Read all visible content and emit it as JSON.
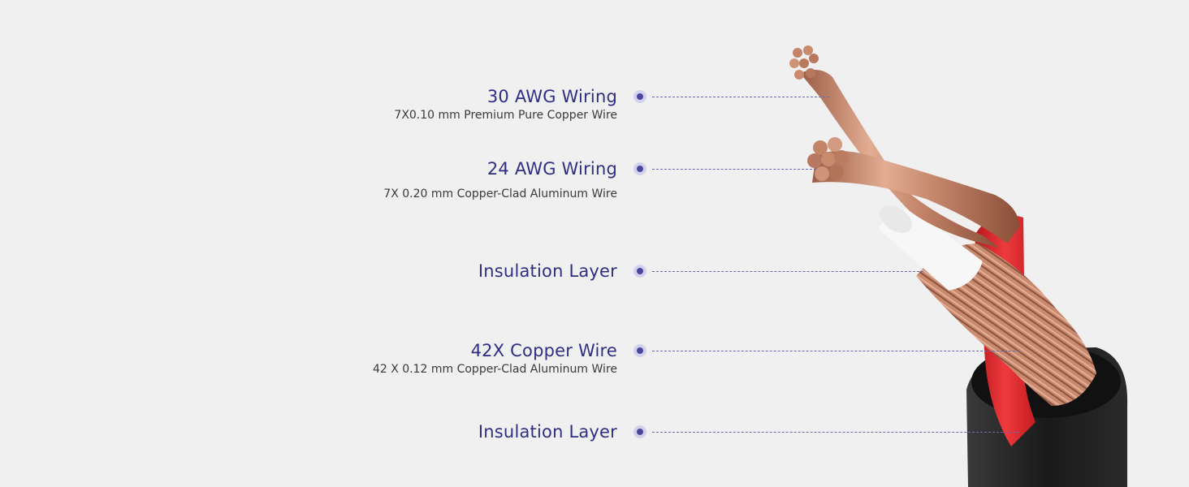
{
  "callouts": [
    {
      "title": "30 AWG Wiring",
      "subtitle": "7X0.10 mm Premium Pure Copper Wire"
    },
    {
      "title": "24 AWG Wiring",
      "subtitle": "7X 0.20 mm Copper-Clad Aluminum Wire"
    },
    {
      "title": "Insulation Layer",
      "subtitle": ""
    },
    {
      "title": "42X Copper Wire",
      "subtitle": "42 X 0.12 mm Copper-Clad Aluminum Wire"
    },
    {
      "title": "Insulation Layer",
      "subtitle": ""
    }
  ],
  "colors": {
    "label": "#2f2e84",
    "copper": "#c98a6e",
    "red_jacket": "#e0252b",
    "black_jacket": "#1d1d1d",
    "white_insulation": "#f6f6f6"
  }
}
